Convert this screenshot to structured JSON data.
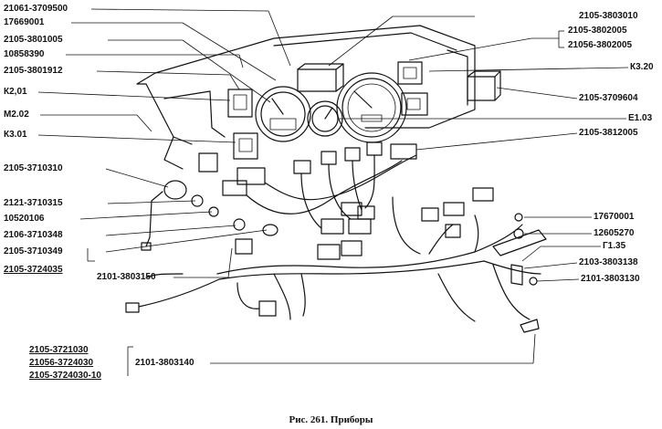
{
  "caption": "Рис. 261. Приборы",
  "labels": {
    "l1": "21061-3709500",
    "l2": "17669001",
    "l3": "2105-3801005",
    "l4": "10858390",
    "l5": "2105-3801912",
    "l6": "К2,01",
    "l7": "М2.02",
    "l8": "К3.01",
    "l9": "2105-3710310",
    "l10": "2121-3710315",
    "l11": "10520106",
    "l12": "2106-3710348",
    "l13": "2105-3710349",
    "l14": "2105-3724035",
    "l15": "2101-3803150",
    "l16": "2105-3721030",
    "l17": "21056-3724030",
    "l18": "2105-3724030-10",
    "l19": "2101-3803140",
    "r1": "2105-3803010",
    "r2": "2105-3802005",
    "r3": "21056-3802005",
    "r4": "К3.20",
    "r5": "2105-3709604",
    "r6": "Е1.03",
    "r7": "2105-3812005",
    "r8": "17670001",
    "r9": "12605270",
    "r10": "Г1.35",
    "r11": "2103-3803138",
    "r12": "2101-3803130"
  }
}
